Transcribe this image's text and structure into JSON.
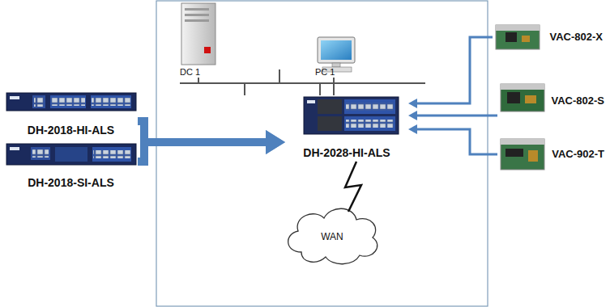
{
  "diagram": {
    "nodes": [
      {
        "text": [
          "DH-2018-HI-ALS"
        ]
      },
      {
        "text": [
          "DH-2018-SI-ALS"
        ]
      },
      {
        "text": [
          "DH-2028-HI-ALS"
        ]
      },
      {
        "text": [
          "DC 1"
        ]
      },
      {
        "text": [
          "PC 1"
        ]
      },
      {
        "text": [
          "VAC-802-X"
        ]
      },
      {
        "text": [
          "VAC-802-S"
        ]
      },
      {
        "text": [
          "VAC-902-T"
        ]
      },
      {
        "text": [
          "WAN"
        ]
      }
    ],
    "edges": [
      {
        "from": 0,
        "to": 2,
        "arrow": "to"
      },
      {
        "from": 1,
        "to": 2,
        "arrow": "to"
      },
      {
        "from": 3,
        "to": 2,
        "arrow": "none"
      },
      {
        "from": 4,
        "to": 2,
        "arrow": "none"
      },
      {
        "from": 5,
        "to": 2,
        "arrow": "to"
      },
      {
        "from": 6,
        "to": 2,
        "arrow": "to"
      },
      {
        "from": 7,
        "to": 2,
        "arrow": "to"
      },
      {
        "from": 2,
        "to": 8,
        "arrow": "none"
      }
    ]
  }
}
